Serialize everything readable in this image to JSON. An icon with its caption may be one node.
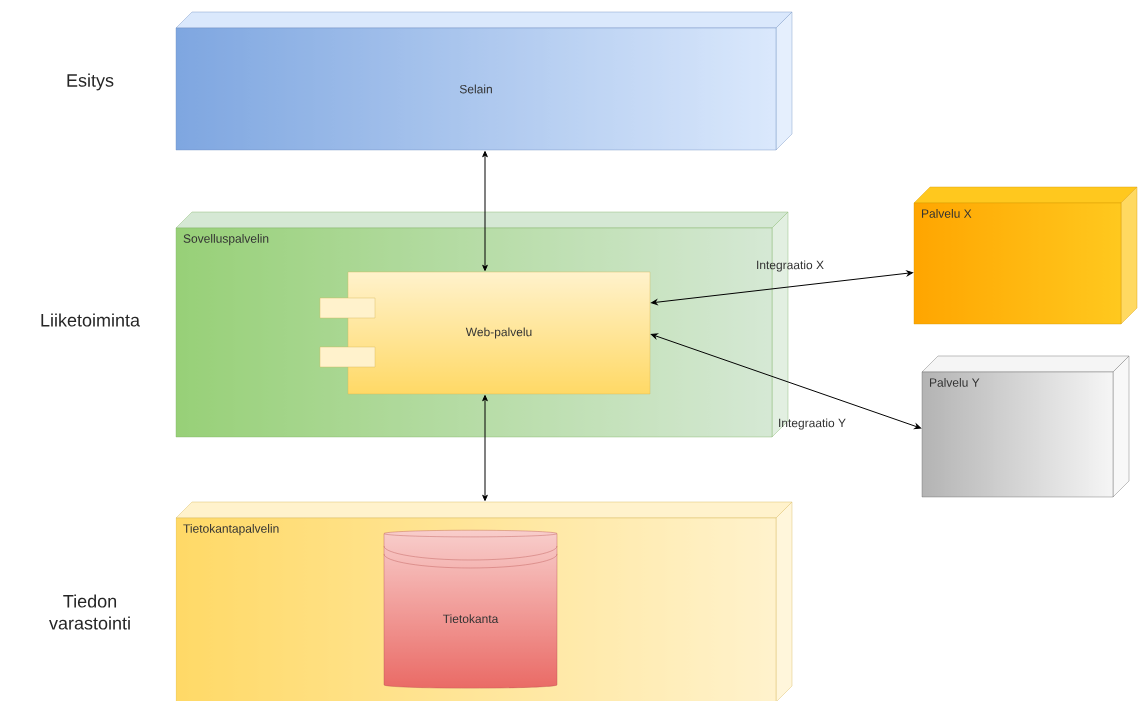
{
  "diagram": {
    "nodes": [
      {
        "text": [
          "Selain"
        ]
      },
      {
        "text": [
          "Sovelluspalvelin"
        ]
      },
      {
        "text": [
          "Web-palvelu"
        ],
        "in": 1
      },
      {
        "text": [
          "Tietokantapalvelin"
        ]
      },
      {
        "text": [
          "Tietokanta"
        ],
        "in": 3
      },
      {
        "text": [
          "Palvelu X"
        ]
      },
      {
        "text": [
          "Palvelu Y"
        ]
      }
    ],
    "edges": [
      {
        "from": 0,
        "to": 2,
        "arrow": "both"
      },
      {
        "from": 2,
        "to": 3,
        "arrow": "both"
      },
      {
        "from": 2,
        "to": 5,
        "arrow": "both",
        "label": "Integraatio X"
      },
      {
        "from": 2,
        "to": 6,
        "arrow": "both",
        "label": "Integraatio Y"
      }
    ],
    "labels": [
      "Esitys",
      "Liiketoiminta",
      "Tiedon varastointi"
    ]
  }
}
